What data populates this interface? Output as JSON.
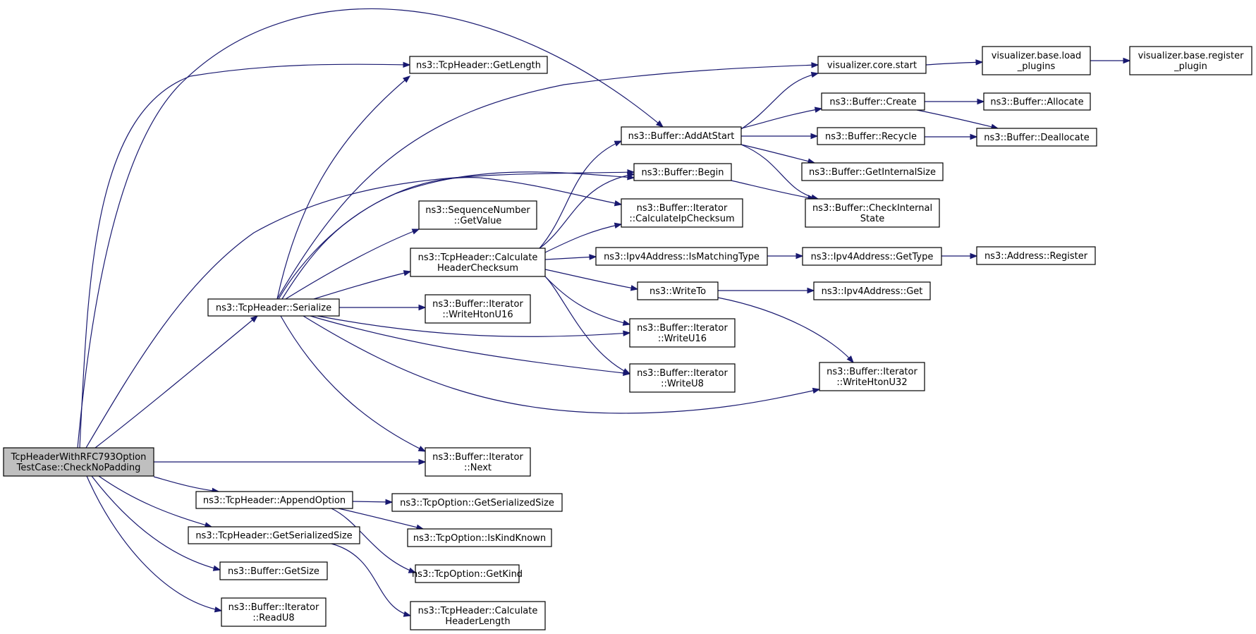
{
  "graph": {
    "nodes": {
      "root": [
        "TcpHeaderWithRFC793Option",
        "TestCase::CheckNoPadding"
      ],
      "serialize": [
        "ns3::TcpHeader::Serialize"
      ],
      "get_length": [
        "ns3::TcpHeader::GetLength"
      ],
      "add_at_start": [
        "ns3::Buffer::AddAtStart"
      ],
      "viz_start": [
        "visualizer.core.start"
      ],
      "buffer_begin": [
        "ns3::Buffer::Begin"
      ],
      "iter_next": [
        "ns3::Buffer::Iterator",
        "::Next"
      ],
      "append_option": [
        "ns3::TcpHeader::AppendOption"
      ],
      "get_serialized_size": [
        "ns3::TcpHeader::GetSerializedSize"
      ],
      "buffer_get_size": [
        "ns3::Buffer::GetSize"
      ],
      "iter_read_u8": [
        "ns3::Buffer::Iterator",
        "::ReadU8"
      ],
      "calc_ip_checksum": [
        "ns3::Buffer::Iterator",
        "::CalculateIpChecksum"
      ],
      "calc_header_checksum": [
        "ns3::TcpHeader::Calculate",
        "HeaderChecksum"
      ],
      "seq_get_value": [
        "ns3::SequenceNumber",
        "::GetValue"
      ],
      "iter_write_hton_u16": [
        "ns3::Buffer::Iterator",
        "::WriteHtonU16"
      ],
      "iter_write_u16": [
        "ns3::Buffer::Iterator",
        "::WriteU16"
      ],
      "iter_write_u8": [
        "ns3::Buffer::Iterator",
        "::WriteU8"
      ],
      "iter_write_hton_u32": [
        "ns3::Buffer::Iterator",
        "::WriteHtonU32"
      ],
      "buffer_create": [
        "ns3::Buffer::Create"
      ],
      "buffer_recycle": [
        "ns3::Buffer::Recycle"
      ],
      "buffer_get_internal_size": [
        "ns3::Buffer::GetInternalSize"
      ],
      "buffer_check_internal_state": [
        "ns3::Buffer::CheckInternal",
        "State"
      ],
      "viz_load_plugins": [
        "visualizer.base.load",
        "_plugins"
      ],
      "viz_register_plugin": [
        "visualizer.base.register",
        "_plugin"
      ],
      "buffer_allocate": [
        "ns3::Buffer::Allocate"
      ],
      "buffer_deallocate": [
        "ns3::Buffer::Deallocate"
      ],
      "ipv4_is_matching_type": [
        "ns3::Ipv4Address::IsMatchingType"
      ],
      "ipv4_get_type": [
        "ns3::Ipv4Address::GetType"
      ],
      "address_register": [
        "ns3::Address::Register"
      ],
      "write_to": [
        "ns3::WriteTo"
      ],
      "ipv4_get": [
        "ns3::Ipv4Address::Get"
      ],
      "option_get_serialized_size": [
        "ns3::TcpOption::GetSerializedSize"
      ],
      "option_is_kind_known": [
        "ns3::TcpOption::IsKindKnown"
      ],
      "option_get_kind": [
        "ns3::TcpOption::GetKind"
      ],
      "calc_header_length": [
        "ns3::TcpHeader::Calculate",
        "HeaderLength"
      ]
    },
    "edges": [
      [
        "root",
        "serialize"
      ],
      [
        "root",
        "get_length"
      ],
      [
        "root",
        "add_at_start"
      ],
      [
        "root",
        "buffer_begin"
      ],
      [
        "root",
        "iter_next"
      ],
      [
        "root",
        "append_option"
      ],
      [
        "root",
        "get_serialized_size"
      ],
      [
        "root",
        "buffer_get_size"
      ],
      [
        "root",
        "iter_read_u8"
      ],
      [
        "serialize",
        "get_length"
      ],
      [
        "serialize",
        "viz_start"
      ],
      [
        "serialize",
        "buffer_begin"
      ],
      [
        "serialize",
        "calc_ip_checksum"
      ],
      [
        "serialize",
        "seq_get_value"
      ],
      [
        "serialize",
        "calc_header_checksum"
      ],
      [
        "serialize",
        "iter_write_hton_u16"
      ],
      [
        "serialize",
        "iter_write_u16"
      ],
      [
        "serialize",
        "iter_write_u8"
      ],
      [
        "serialize",
        "iter_write_hton_u32"
      ],
      [
        "serialize",
        "iter_next"
      ],
      [
        "calc_header_checksum",
        "add_at_start"
      ],
      [
        "calc_header_checksum",
        "buffer_begin"
      ],
      [
        "calc_header_checksum",
        "calc_ip_checksum"
      ],
      [
        "calc_header_checksum",
        "ipv4_is_matching_type"
      ],
      [
        "calc_header_checksum",
        "write_to"
      ],
      [
        "calc_header_checksum",
        "iter_write_u16"
      ],
      [
        "calc_header_checksum",
        "iter_write_u8"
      ],
      [
        "add_at_start",
        "viz_start"
      ],
      [
        "add_at_start",
        "buffer_create"
      ],
      [
        "add_at_start",
        "buffer_recycle"
      ],
      [
        "add_at_start",
        "buffer_get_internal_size"
      ],
      [
        "add_at_start",
        "buffer_check_internal_state"
      ],
      [
        "buffer_begin",
        "buffer_check_internal_state"
      ],
      [
        "viz_start",
        "viz_load_plugins"
      ],
      [
        "viz_load_plugins",
        "viz_register_plugin"
      ],
      [
        "buffer_create",
        "buffer_allocate"
      ],
      [
        "buffer_create",
        "buffer_deallocate"
      ],
      [
        "buffer_recycle",
        "buffer_deallocate"
      ],
      [
        "ipv4_is_matching_type",
        "ipv4_get_type"
      ],
      [
        "ipv4_get_type",
        "address_register"
      ],
      [
        "write_to",
        "ipv4_get"
      ],
      [
        "write_to",
        "iter_write_hton_u32"
      ],
      [
        "append_option",
        "option_get_serialized_size"
      ],
      [
        "append_option",
        "option_is_kind_known"
      ],
      [
        "append_option",
        "option_get_kind"
      ],
      [
        "get_serialized_size",
        "calc_header_length"
      ]
    ]
  }
}
